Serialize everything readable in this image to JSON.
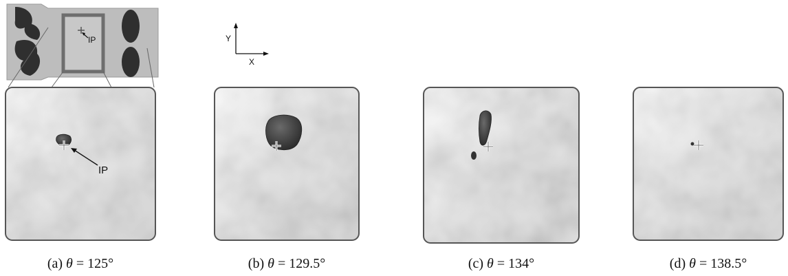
{
  "inset": {
    "ip_label": "IP"
  },
  "axes": {
    "y_label": "Y",
    "x_label": "X"
  },
  "panels": [
    {
      "id": "a",
      "prefix": "(a)",
      "theta_symbol": "θ",
      "value_text": " = 125°",
      "ip_label": "IP"
    },
    {
      "id": "b",
      "prefix": "(b)",
      "theta_symbol": "θ",
      "value_text": " = 129.5°"
    },
    {
      "id": "c",
      "prefix": "(c)",
      "theta_symbol": "θ",
      "value_text": " = 134°"
    },
    {
      "id": "d",
      "prefix": "(d)",
      "theta_symbol": "θ",
      "value_text": " = 138.5°"
    }
  ],
  "colors": {
    "field_base": "#cfcfcf",
    "blob": "#3a3a3a",
    "frame": "#555555",
    "inset_bg": "#b8b8b8",
    "inset_frame": "#6e6e6e"
  }
}
